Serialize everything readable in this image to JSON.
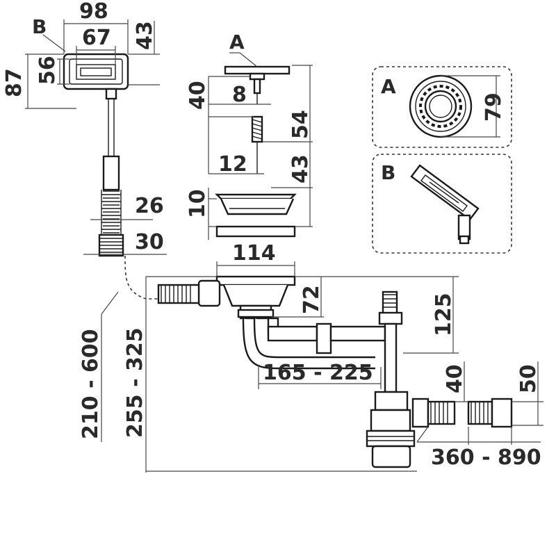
{
  "labels": {
    "tag_b_top": "B",
    "tag_a_top": "A",
    "inset_a": "A",
    "inset_b": "B"
  },
  "dimensions": {
    "d98": "98",
    "d67": "67",
    "d43a": "43",
    "d87": "87",
    "d56": "56",
    "d40a": "40",
    "d8": "8",
    "d54": "54",
    "d12": "12",
    "d43b": "43",
    "d10": "10",
    "d26": "26",
    "d30": "30",
    "d114": "114",
    "d72": "72",
    "d125": "125",
    "d210_600": "210 - 600",
    "d255_325": "255 - 325",
    "d165_225": "165 - 225",
    "d40b": "40",
    "d50": "50",
    "d79": "79",
    "d360_890": "360 - 890"
  },
  "colors": {
    "line": "#1a1a1a",
    "text": "#2a2a2a",
    "background": "#ffffff"
  }
}
